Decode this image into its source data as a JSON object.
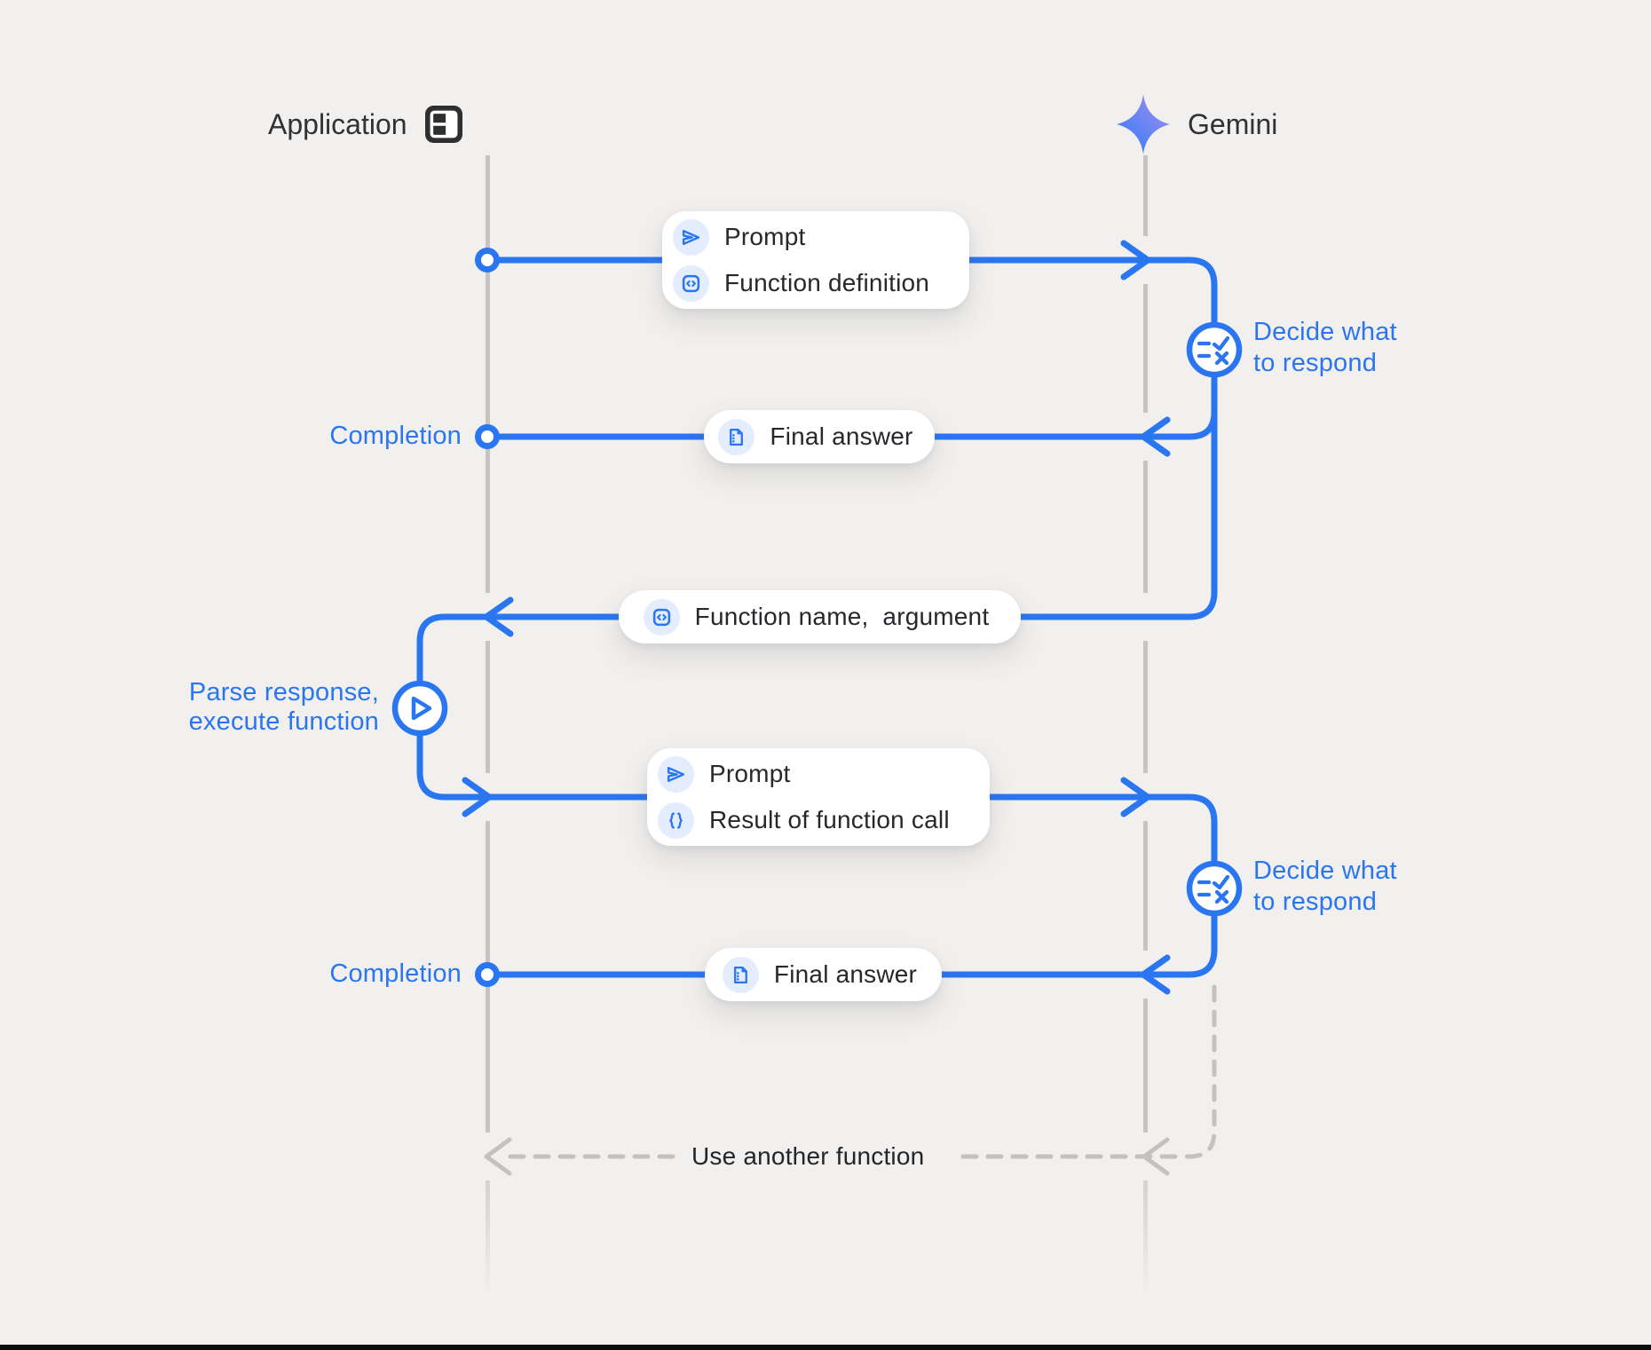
{
  "colors": {
    "background": "#f2f0ee",
    "accent_blue": "#2a75f0",
    "chip_light_blue": "#e3edfd",
    "lifeline_gray": "#c6c4c2",
    "dark_text": "#26282b",
    "app_icon_dark": "#2e2f31",
    "sparkle_gradient_start": "#2b7bf5",
    "sparkle_gradient_end": "#a88df2",
    "bottom_bar": "#0c0c0c"
  },
  "header": {
    "left": {
      "label": "Application",
      "icon": "app-window-icon"
    },
    "right": {
      "label": "Gemini",
      "icon": "gemini-sparkle-icon"
    }
  },
  "messages": {
    "prompt_function_definition": {
      "rows": [
        {
          "icon": "send-icon",
          "label": "Prompt"
        },
        {
          "icon": "code-icon",
          "label": "Function definition"
        }
      ]
    },
    "final_answer_1": {
      "icon": "document-icon",
      "label": "Final answer"
    },
    "function_name_argument": {
      "icon": "code-icon",
      "label": "Function name,  argument"
    },
    "prompt_result": {
      "rows": [
        {
          "icon": "send-icon",
          "label": "Prompt"
        },
        {
          "icon": "braces-icon",
          "label": "Result of function call"
        }
      ]
    },
    "final_answer_2": {
      "icon": "document-icon",
      "label": "Final answer"
    }
  },
  "annotations": {
    "completion_1": "Completion",
    "completion_2": "Completion",
    "decide_1": {
      "line1": "Decide what",
      "line2": "to respond"
    },
    "decide_2": {
      "line1": "Decide what",
      "line2": "to respond"
    },
    "parse": {
      "line1": "Parse response,",
      "line2": "execute function"
    },
    "use_another_function": "Use another function"
  }
}
